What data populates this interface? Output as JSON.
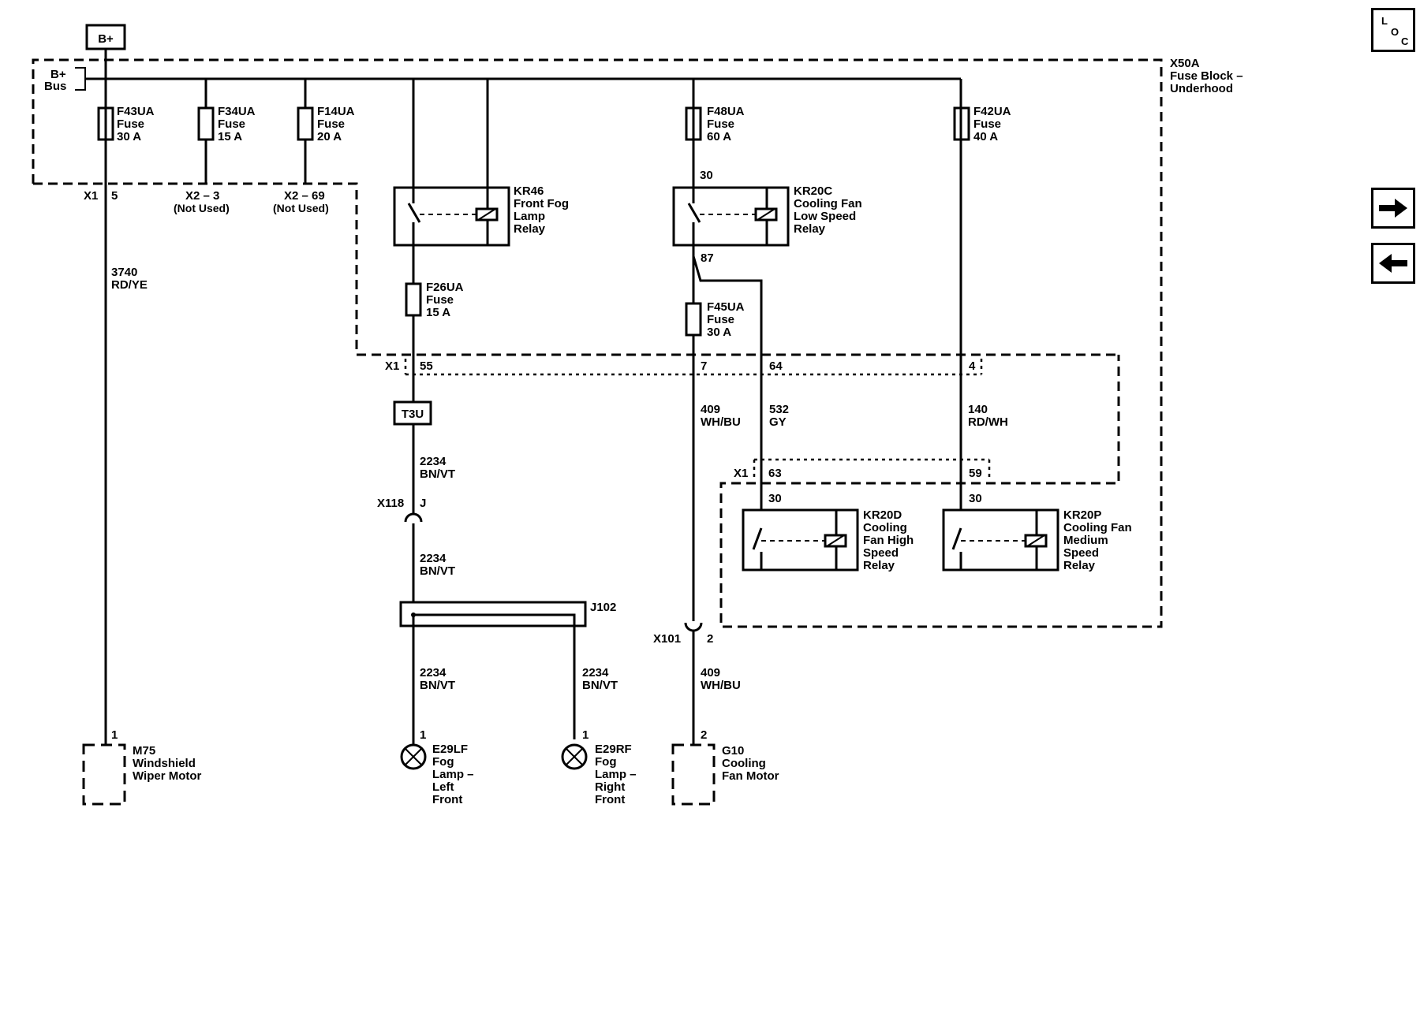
{
  "battery": "B+",
  "bus_label": [
    "B+",
    "Bus"
  ],
  "fuse_block": {
    "id": "X50A",
    "name": [
      "Fuse Block –",
      "Underhood"
    ]
  },
  "fuses": [
    {
      "id": "F43UA",
      "type": "Fuse",
      "rating": "30 A"
    },
    {
      "id": "F34UA",
      "type": "Fuse",
      "rating": "15 A"
    },
    {
      "id": "F14UA",
      "type": "Fuse",
      "rating": "20 A"
    },
    {
      "id": "F48UA",
      "type": "Fuse",
      "rating": "60 A"
    },
    {
      "id": "F42UA",
      "type": "Fuse",
      "rating": "40 A"
    },
    {
      "id": "F26UA",
      "type": "Fuse",
      "rating": "15 A"
    },
    {
      "id": "F45UA",
      "type": "Fuse",
      "rating": "30 A"
    }
  ],
  "relays": [
    {
      "id": "KR46",
      "name": [
        "Front Fog",
        "Lamp",
        "Relay"
      ]
    },
    {
      "id": "KR20C",
      "name": [
        "Cooling Fan",
        "Low Speed",
        "Relay"
      ]
    },
    {
      "id": "KR20D",
      "name": [
        "Cooling",
        "Fan High",
        "Speed",
        "Relay"
      ]
    },
    {
      "id": "KR20P",
      "name": [
        "Cooling Fan",
        "Medium",
        "Speed",
        "Relay"
      ]
    }
  ],
  "connectors": {
    "x1_5": {
      "conn": "X1",
      "pin": "5"
    },
    "x2_3": {
      "label": "X2 – 3",
      "note": "(Not Used)"
    },
    "x2_69": {
      "label": "X2 – 69",
      "note": "(Not Used)"
    },
    "x1_left": "X1",
    "pins_mid": [
      "55",
      "7",
      "64",
      "4"
    ],
    "x1_lower": "X1",
    "pins_lower": [
      "63",
      "59"
    ],
    "relay_pins": {
      "kr20c_30": "30",
      "kr20c_87": "87",
      "kr20d_30": "30",
      "kr20p_30": "30"
    },
    "x118": {
      "conn": "X118",
      "pin": "J"
    },
    "x101": {
      "conn": "X101",
      "pin": "2"
    },
    "j102": "J102",
    "t3u": "T3U"
  },
  "wires": [
    {
      "circuit": "3740",
      "color": "RD/YE"
    },
    {
      "circuit": "2234",
      "color": "BN/VT"
    },
    {
      "circuit": "2234",
      "color": "BN/VT"
    },
    {
      "circuit": "2234",
      "color": "BN/VT"
    },
    {
      "circuit": "2234",
      "color": "BN/VT"
    },
    {
      "circuit": "409",
      "color": "WH/BU"
    },
    {
      "circuit": "409",
      "color": "WH/BU"
    },
    {
      "circuit": "532",
      "color": "GY"
    },
    {
      "circuit": "140",
      "color": "RD/WH"
    }
  ],
  "loads": [
    {
      "id": "M75",
      "pin": "1",
      "name": [
        "Windshield",
        "Wiper Motor"
      ]
    },
    {
      "id": "E29LF",
      "pin": "1",
      "name": [
        "Fog",
        "Lamp –",
        "Left",
        "Front"
      ]
    },
    {
      "id": "E29RF",
      "pin": "1",
      "name": [
        "Fog",
        "Lamp –",
        "Right",
        "Front"
      ]
    },
    {
      "id": "G10",
      "pin": "2",
      "name": [
        "Cooling",
        "Fan Motor"
      ]
    }
  ],
  "nav": {
    "loc_letters": [
      "L",
      "O",
      "C"
    ],
    "next_icon": "arrow-right-icon",
    "prev_icon": "arrow-left-icon"
  }
}
